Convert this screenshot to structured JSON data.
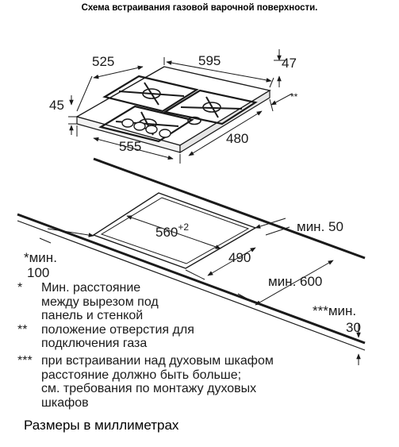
{
  "title": "Схема встраивания газовой варочной поверхности.",
  "dimensions": {
    "d525": "525",
    "d595": "595",
    "d47": "47",
    "d45": "45",
    "dstar2": "**",
    "d555": "555",
    "d480": "480",
    "d560": "560",
    "d560_tol": "+2",
    "d490": "490",
    "min50": "мин. 50",
    "min100_a": "*мин.",
    "min100_b": "100",
    "min600": "мин. 600",
    "min30_a": "***мин.",
    "min30_b": "30"
  },
  "notes": [
    {
      "mark": "*",
      "lines": [
        "Мин. расстояние",
        "между вырезом под",
        "панель и стенкой"
      ]
    },
    {
      "mark": "**",
      "lines": [
        "положение отверстия для",
        "подключения газа"
      ]
    },
    {
      "mark": "***",
      "lines": [
        "при встраивании над духовым шкафом",
        "расстояние должно быть больше;",
        "см. требования по монтажу духовых",
        "шкафов"
      ]
    }
  ],
  "units_label": "Размеры в миллиметрах"
}
